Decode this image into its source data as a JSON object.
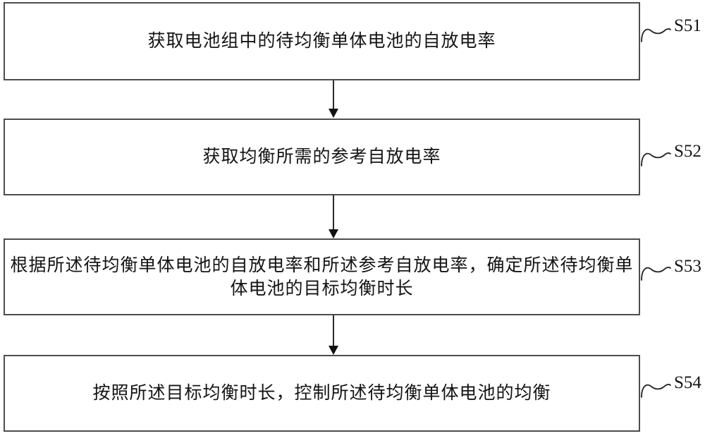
{
  "figure": {
    "type": "flowchart",
    "steps": [
      {
        "label": "S51",
        "lines": [
          "获取电池组中的待均衡单体电池的自放电率"
        ]
      },
      {
        "label": "S52",
        "lines": [
          "获取均衡所需的参考自放电率"
        ]
      },
      {
        "label": "S53",
        "lines": [
          "根据所述待均衡单体电池的自放电率和所述参考自放电率，确定所述待均衡单",
          "体电池的目标均衡时长"
        ]
      },
      {
        "label": "S54",
        "lines": [
          "按照所述目标均衡时长，控制所述待均衡单体电池的均衡"
        ]
      }
    ],
    "colors": {
      "background": "#ffffff",
      "box_border": "#4d4d4d",
      "text": "#141414",
      "arrow": "#111111"
    }
  }
}
